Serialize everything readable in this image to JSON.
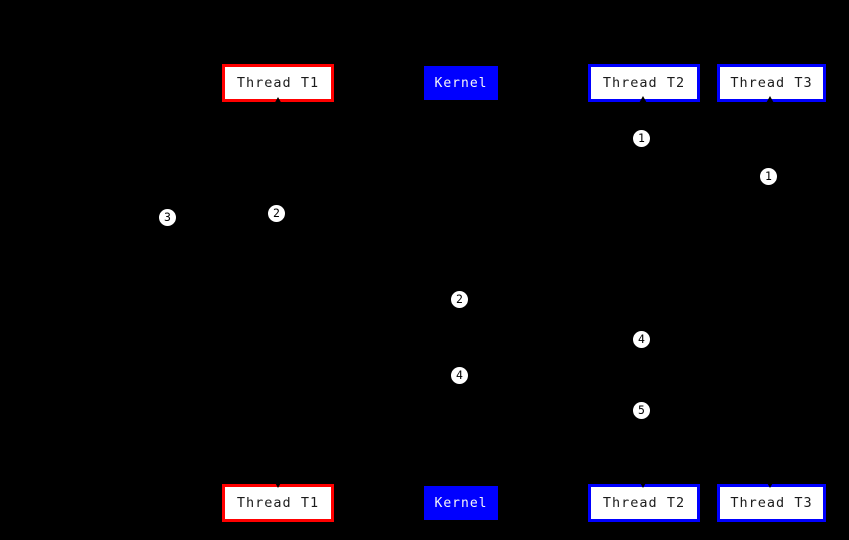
{
  "diagram": {
    "type": "sequence-diagram",
    "background_color": "#000000",
    "colors": {
      "thread_t1_border": "#ff0000",
      "thread_t2_border": "#0000ff",
      "thread_t3_border": "#0000ff",
      "kernel_box_background": "#0000ff",
      "actor_box_background": "#ffffff",
      "actor_text": "#1c1c1c",
      "kernel_text": "#f8f8f8",
      "marker_background": "#ffffff",
      "marker_text": "#000000",
      "arrowhead": "#000000"
    },
    "actors": {
      "thread_t1": "Thread T1",
      "kernel": "Kernel",
      "thread_t2": "Thread T2",
      "thread_t3": "Thread T3"
    },
    "markers": {
      "t2_step1": "1",
      "t3_step1": "1",
      "t1_step2": "2",
      "left_step3": "3",
      "kernel_step2": "2",
      "kernel_step4": "4",
      "t2_step4": "4",
      "t2_step5": "5"
    }
  }
}
